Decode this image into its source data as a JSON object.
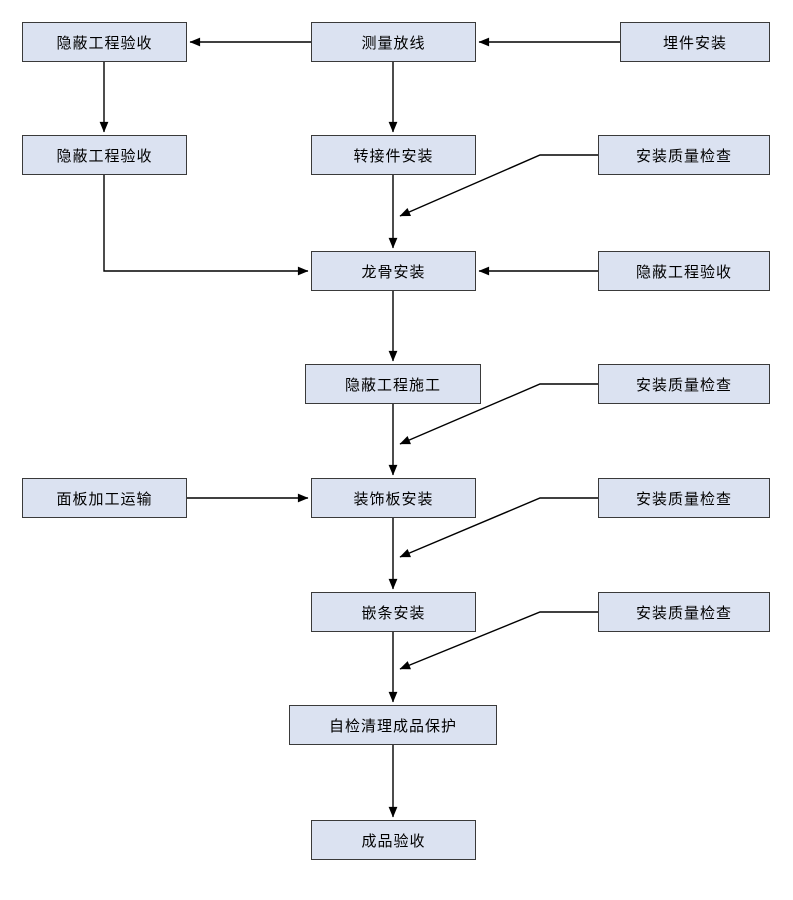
{
  "diagram_type": "flowchart",
  "colors": {
    "background": "#ffffff",
    "node_fill": "#dbe2f1",
    "node_border": "#3a3a3a",
    "connector": "#000000"
  },
  "nodes": [
    {
      "label": "隐蔽工程验收"
    },
    {
      "label": "测量放线"
    },
    {
      "label": "埋件安装"
    },
    {
      "label": "隐蔽工程验收"
    },
    {
      "label": "转接件安装"
    },
    {
      "label": "安装质量检查"
    },
    {
      "label": "龙骨安装"
    },
    {
      "label": "隐蔽工程验收"
    },
    {
      "label": "隐蔽工程施工"
    },
    {
      "label": "安装质量检查"
    },
    {
      "label": "面板加工运输"
    },
    {
      "label": "装饰板安装"
    },
    {
      "label": "安装质量检查"
    },
    {
      "label": "嵌条安装"
    },
    {
      "label": "安装质量检查"
    },
    {
      "label": "自检清理成品保护"
    },
    {
      "label": "成品验收"
    }
  ],
  "edges": [
    {
      "from": 2,
      "to": 1
    },
    {
      "from": 1,
      "to": 0
    },
    {
      "from": 0,
      "to": 3
    },
    {
      "from": 1,
      "to": 4
    },
    {
      "from": 4,
      "to": 6
    },
    {
      "from": 5,
      "to": 6,
      "junction": "joins flow line between node 4 and node 6"
    },
    {
      "from": 3,
      "to": 6
    },
    {
      "from": 7,
      "to": 6
    },
    {
      "from": 6,
      "to": 8
    },
    {
      "from": 8,
      "to": 11
    },
    {
      "from": 9,
      "to": 11,
      "junction": "joins flow line between node 8 and node 11"
    },
    {
      "from": 10,
      "to": 11
    },
    {
      "from": 11,
      "to": 13
    },
    {
      "from": 12,
      "to": 13,
      "junction": "joins flow line between node 11 and node 13"
    },
    {
      "from": 13,
      "to": 15
    },
    {
      "from": 14,
      "to": 15,
      "junction": "joins flow line between node 13 and node 15"
    },
    {
      "from": 15,
      "to": 16
    }
  ]
}
